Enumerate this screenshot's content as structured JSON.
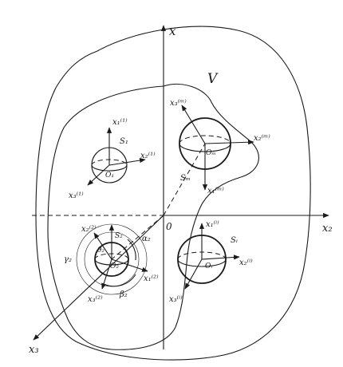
{
  "labels": {
    "x_axis_top": "x",
    "x2_axis_right": "x₂",
    "x3_axis_bottom": "x₃",
    "origin": "0",
    "volume": "V",
    "sphere_1": {
      "name": "O₁",
      "surface": "S₁",
      "x1": "x₁⁽¹⁾",
      "x2": "x₂⁽¹⁾",
      "x3": "x₃⁽¹⁾"
    },
    "sphere_m": {
      "name": "Oₘ",
      "surface": "Sₘ",
      "x1": "x₁⁽ᵐ⁾",
      "x2": "x₂⁽ᵐ⁾",
      "x3": "x₃⁽ᵐ⁾"
    },
    "sphere_i": {
      "name": "Oᵢ",
      "surface": "Sᵢ",
      "x1": "x₁⁽ⁱ⁾",
      "x2": "x₂⁽ⁱ⁾",
      "x3": "x₃⁽ⁱ⁾"
    },
    "sphere_2": {
      "name": "O₂",
      "surface": "S₂",
      "x1": "x₁⁽²⁾",
      "x2": "x₂⁽²⁾",
      "x3": "x₃⁽²⁾",
      "alpha": "α₂",
      "beta": "β₂",
      "gamma": "γ₂",
      "theta": "θ₂"
    }
  }
}
